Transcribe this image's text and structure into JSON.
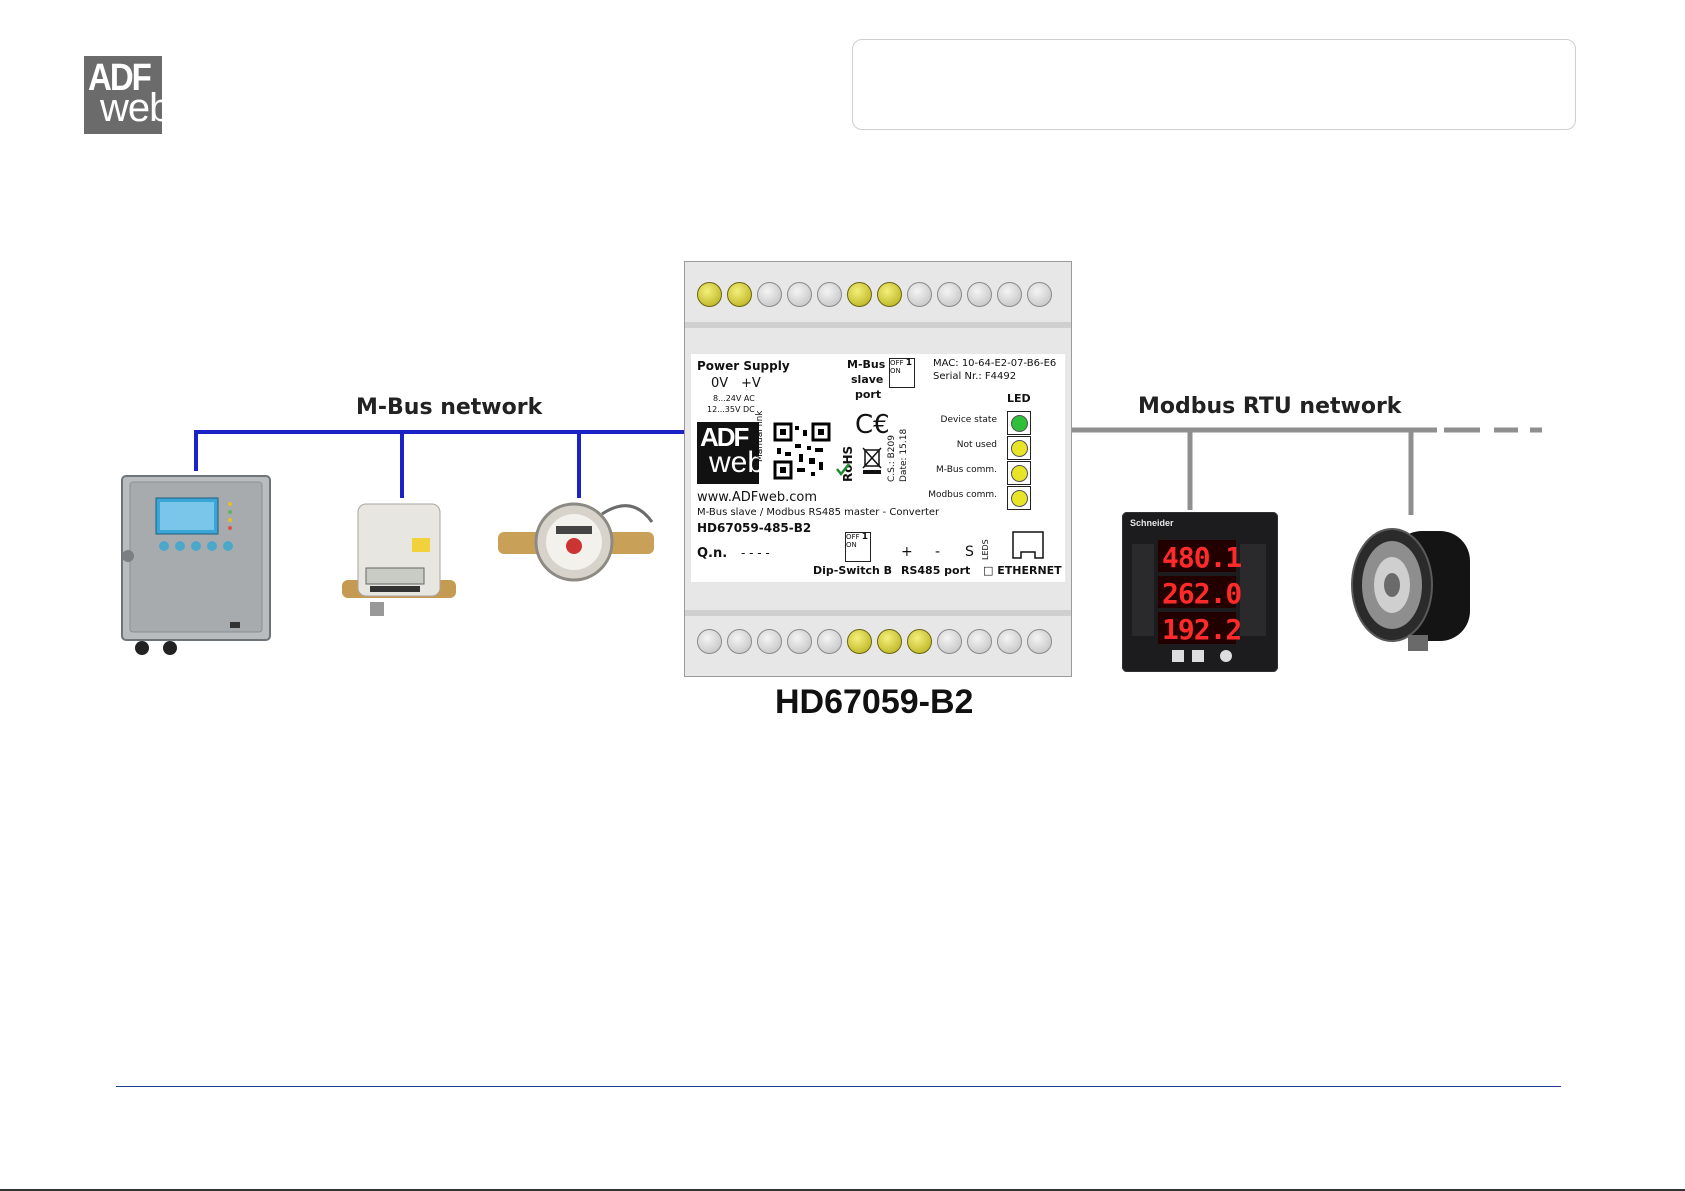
{
  "logo": {
    "line1": "ADF",
    "line2": "web"
  },
  "networks": {
    "left_label": "M-Bus network",
    "right_label": "Modbus RTU network"
  },
  "device_title": "HD67059-B2",
  "module_label": {
    "power_supply": "Power Supply",
    "ov": "0V",
    "pv": "+V",
    "vac": "8...24V AC",
    "vdc": "12...35V DC",
    "mbus_port_l1": "M-Bus",
    "mbus_port_l2": "slave",
    "mbus_port_l3": "port",
    "mac": "MAC: 10-64-E2-07-B6-E6",
    "serial": "Serial Nr.: F4492",
    "led_header": "LED",
    "led_labels": [
      "Device state",
      "Not used",
      "M-Bus comm.",
      "Modbus comm."
    ],
    "manual_link": "Manual link",
    "rohs": "RoHS",
    "cs": "C.S.: B209",
    "date": "Date: 15.18",
    "website": "www.ADFweb.com",
    "desc": "M-Bus slave / Modbus RS485 master - Converter",
    "part": "HD67059-485-B2",
    "qn": "Q.n.",
    "qn_value": "- - - -",
    "plus": "+",
    "minus": "-",
    "s": "S",
    "leds": "LEDS",
    "dip_b": "Dip-Switch B",
    "rs485": "RS485 port",
    "ethernet": "ETHERNET",
    "off": "OFF",
    "on": "ON",
    "one": "1"
  },
  "meter_display": {
    "v1": "480.1",
    "v2": "262.0",
    "v3": "192.2",
    "brand": "Schneider"
  },
  "colors": {
    "mbus_line": "#1a22c8",
    "modbus_line": "#8f8f8f",
    "led_green": "#2fbf3a",
    "led_yellow": "#e7e42a",
    "footer_line": "#1f3d8a"
  }
}
